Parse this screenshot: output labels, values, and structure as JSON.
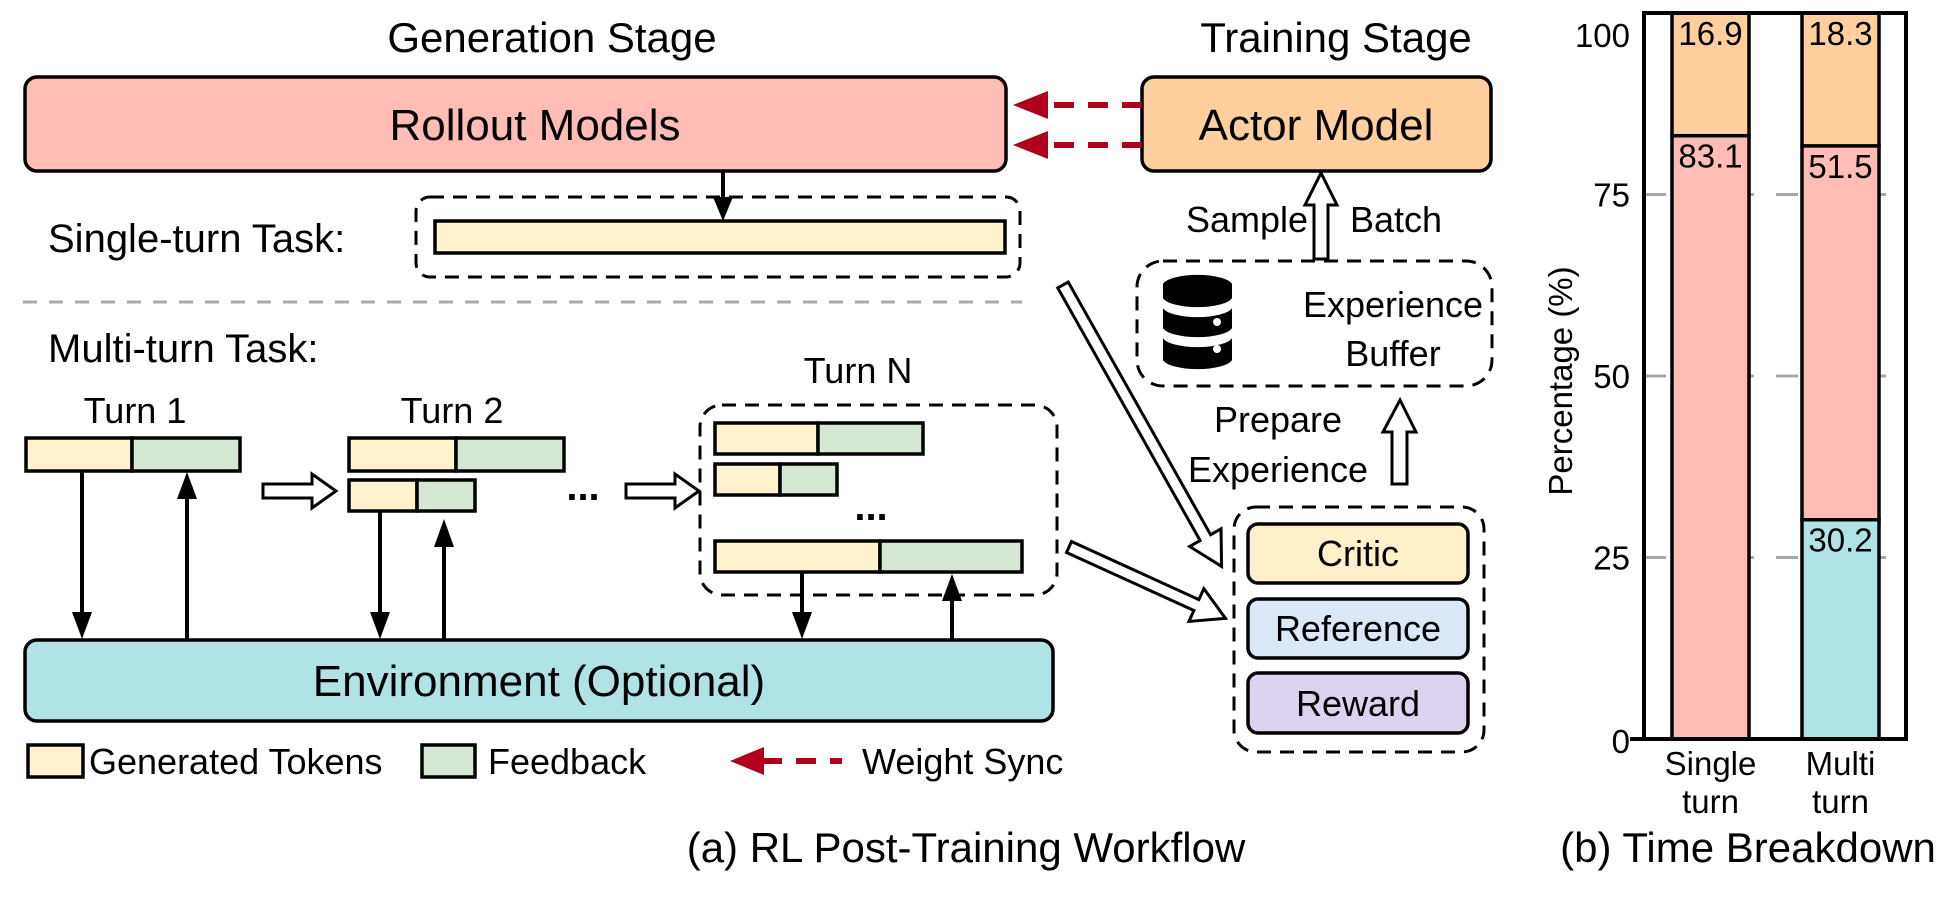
{
  "diagram": {
    "generation_stage_title": "Generation Stage",
    "training_stage_title": "Training Stage",
    "rollout_models_label": "Rollout Models",
    "actor_model_label": "Actor Model",
    "single_turn_label": "Single-turn Task:",
    "multi_turn_label": "Multi-turn Task:",
    "turns": [
      "Turn 1",
      "Turn 2",
      "Turn N"
    ],
    "ellipsis": "...",
    "environment_label": "Environment (Optional)",
    "sample_label": "Sample",
    "batch_label": "Batch",
    "experience_buffer_line1": "Experience",
    "experience_buffer_line2": "Buffer",
    "prepare_line1": "Prepare",
    "prepare_line2": "Experience",
    "critic_label": "Critic",
    "reference_label": "Reference",
    "reward_label": "Reward",
    "icons": {
      "database": "database-icon"
    },
    "legend": {
      "generated_tokens": "Generated Tokens",
      "feedback": "Feedback",
      "weight_sync": "Weight Sync"
    },
    "caption": "(a) RL Post-Training Workflow",
    "colors": {
      "rollout": "#FFBDB5",
      "actor": "#FFCF9E",
      "environment": "#B0E3E6",
      "generated_tokens": "#FFF2CC",
      "feedback": "#D5E8D4",
      "critic": "#FFF0C9",
      "reference": "#DAE8F7",
      "reward": "#DDD3F0",
      "weight_sync": "#B0001E"
    }
  },
  "chart_data": {
    "type": "bar",
    "stacked": true,
    "title": "",
    "caption": "(b) Time Breakdown",
    "xlabel": "",
    "ylabel": "Percentage (%)",
    "ylim": [
      0,
      100
    ],
    "yticks": [
      0,
      25,
      50,
      75,
      100
    ],
    "grid": true,
    "categories": [
      {
        "line1": "Single",
        "line2": "turn"
      },
      {
        "line1": "Multi",
        "line2": "turn"
      }
    ],
    "series": [
      {
        "name": "Environment",
        "color": "#B0E3E6",
        "values": [
          0,
          30.2
        ],
        "labels": [
          "",
          "30.2"
        ]
      },
      {
        "name": "Rollout",
        "color": "#FFBDB5",
        "values": [
          83.1,
          51.5
        ],
        "labels": [
          "83.1",
          "51.5"
        ]
      },
      {
        "name": "Training",
        "color": "#FFCF9E",
        "values": [
          16.9,
          18.3
        ],
        "labels": [
          "16.9",
          "18.3"
        ]
      }
    ]
  }
}
